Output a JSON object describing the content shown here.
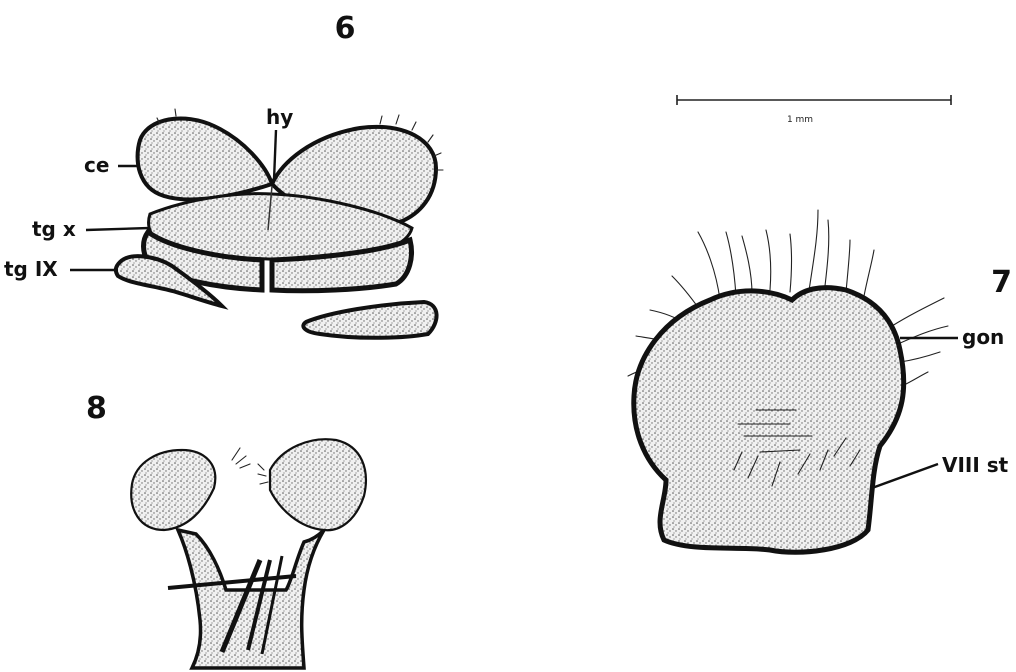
{
  "figures": [
    {
      "number": "6",
      "labels": [
        "hy",
        "ce",
        "tg x",
        "tg IX"
      ]
    },
    {
      "number": "7",
      "labels": [
        "gon",
        "VIII st"
      ]
    },
    {
      "number": "8",
      "labels": []
    }
  ],
  "scale_bar": {
    "label": "1 mm"
  },
  "colors": {
    "ink": "#111111",
    "paper": "#ffffff",
    "stipple": "#d8d8d8"
  }
}
